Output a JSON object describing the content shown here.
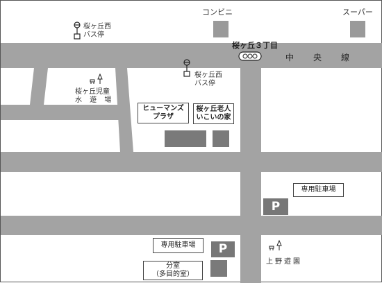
{
  "places": {
    "conbini": "コンビニ",
    "super": "スーパー",
    "bus_stop_1": {
      "line1": "桜ヶ丘西",
      "line2": "バス停"
    },
    "bus_stop_2": {
      "line1": "桜ヶ丘西",
      "line2": "バス停"
    },
    "intersection": "桜ヶ丘３丁目",
    "main_line": [
      "中",
      "央",
      "線"
    ],
    "childrens_park": {
      "line1": "桜ヶ丘児童",
      "line2": "水 遊 場"
    },
    "humans_plaza": {
      "line1": "ヒューマンズ",
      "line2": "プラザ"
    },
    "elderly_house": {
      "line1": "桜ヶ丘老人",
      "line2": "いこいの家"
    },
    "parking_right": "専用駐車場",
    "parking_bottom": "専用駐車場",
    "p_mark": "P",
    "branch_office": {
      "line1": "分室",
      "line2": "（多目的室）"
    },
    "ueno_park": "上野遊園"
  }
}
